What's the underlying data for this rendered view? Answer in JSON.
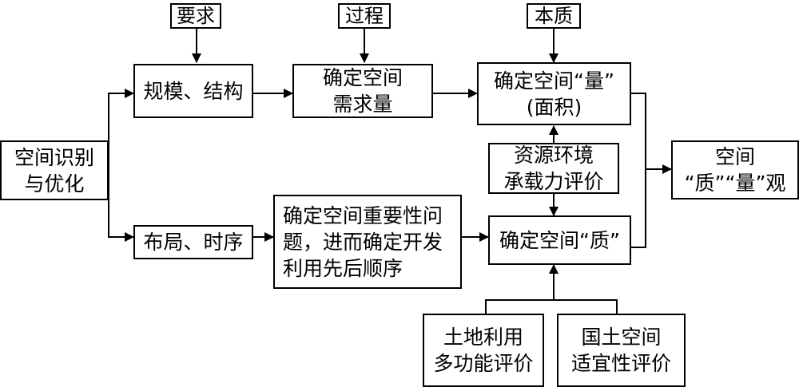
{
  "labels": {
    "yaoqiu": "要求",
    "guocheng": "过程",
    "benzhi": "本质"
  },
  "nodes": {
    "kongjian_shibie": [
      "空间识别",
      "与优化"
    ],
    "guimo": "规模、结构",
    "xuqiuliang": [
      "确定空间",
      "需求量"
    ],
    "liang": [
      "确定空间“量”",
      "(面积)"
    ],
    "ziyuan": [
      "资源环境",
      "承载力评价"
    ],
    "guan": [
      "空间",
      "“质”“量”观"
    ],
    "buju": "布局、时序",
    "zhongyaoxing": [
      "确定空间重要性问",
      "题，进而确定开发",
      "利用先后顺序"
    ],
    "zhi": "确定空间“质”",
    "tudi": [
      "土地利用",
      "多功能评价"
    ],
    "guotu": [
      "国土空间",
      "适宜性评价"
    ]
  }
}
